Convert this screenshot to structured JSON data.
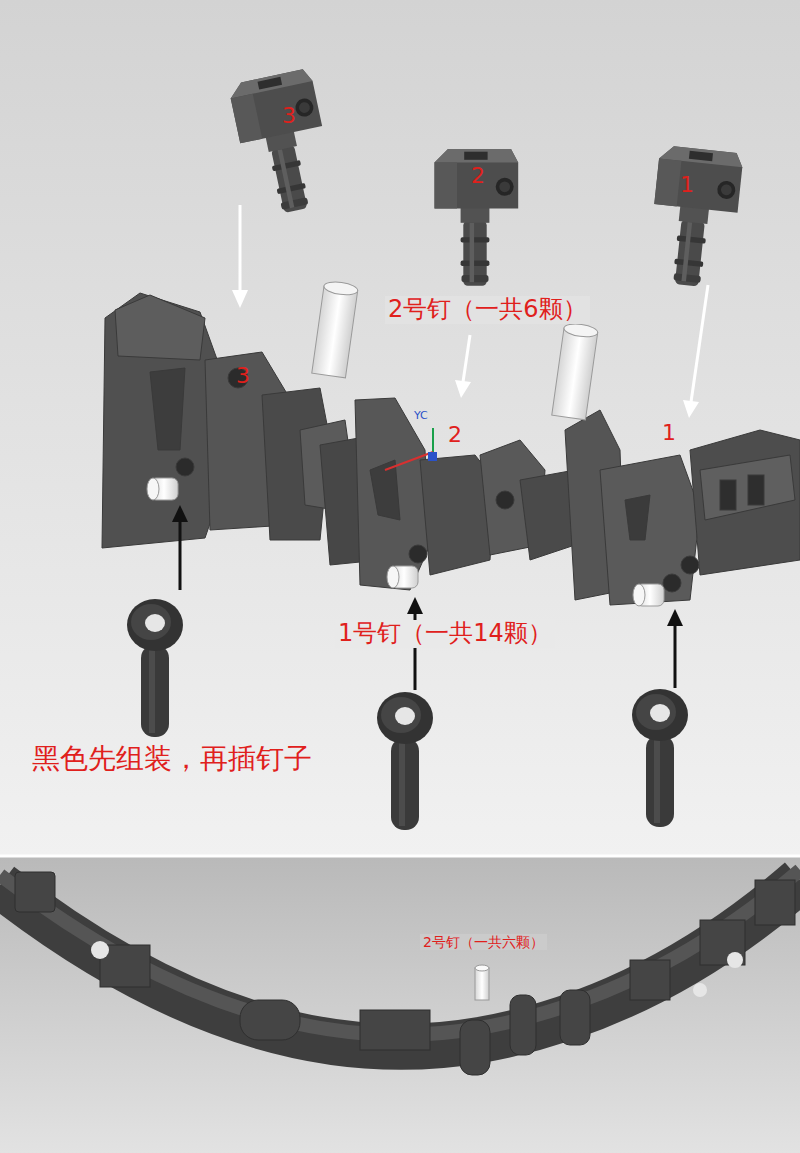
{
  "diagram": {
    "labels": [
      "3",
      "2",
      "1",
      "2号钉（一共6颗）",
      "3",
      "YC",
      "2",
      "1",
      "1号钉（一共14颗）",
      "黑色先组装，再插钉子",
      "2号钉（一共六颗）"
    ]
  }
}
